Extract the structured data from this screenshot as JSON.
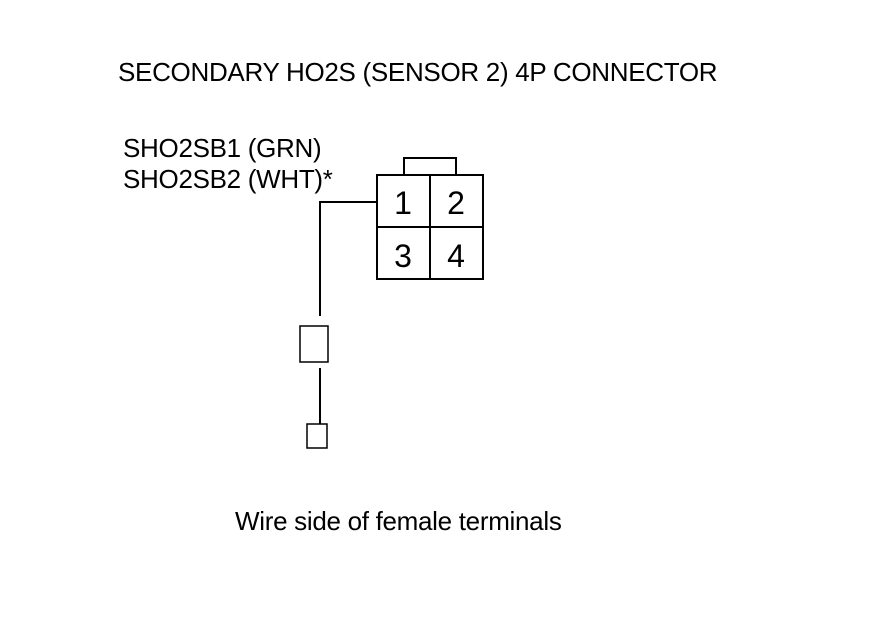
{
  "title": "SECONDARY HO2S (SENSOR 2) 4P CONNECTOR",
  "wires": [
    "SHO2SB1 (GRN)",
    "SHO2SB2 (WHT)*"
  ],
  "connector": {
    "pins": [
      "1",
      "2",
      "3",
      "4"
    ]
  },
  "caption": "Wire side of female terminals"
}
